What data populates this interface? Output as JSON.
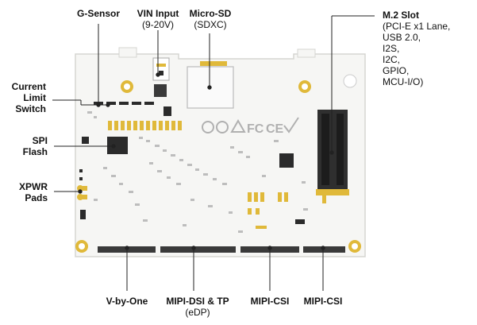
{
  "labels": {
    "g_sensor": {
      "title": "G-Sensor"
    },
    "vin_input": {
      "title": "VIN Input",
      "sub": "(9-20V)"
    },
    "micro_sd": {
      "title": "Micro-SD",
      "sub": "(SDXC)"
    },
    "m2_slot": {
      "title": "M.2 Slot",
      "lines": [
        "(PCI-E x1 Lane,",
        "USB 2.0,",
        "I2S,",
        "I2C,",
        "GPIO,",
        "MCU-I/O)"
      ]
    },
    "current_limit": {
      "lines": [
        "Current",
        "Limit",
        "Switch"
      ]
    },
    "spi_flash": {
      "lines": [
        "SPI",
        "Flash"
      ]
    },
    "xpwr_pads": {
      "lines": [
        "XPWR",
        "Pads"
      ]
    },
    "v_by_one": {
      "title": "V-by-One"
    },
    "mipi_dsi": {
      "title": "MIPI-DSI & TP",
      "sub": "(eDP)"
    },
    "mipi_csi_1": {
      "title": "MIPI-CSI"
    },
    "mipi_csi_2": {
      "title": "MIPI-CSI"
    }
  },
  "colors": {
    "board": "#f6f6f4",
    "board_edge": "#d9d9d6",
    "gold": "#e0b93a",
    "chip": "#2b2b2b",
    "line": "#222222"
  }
}
